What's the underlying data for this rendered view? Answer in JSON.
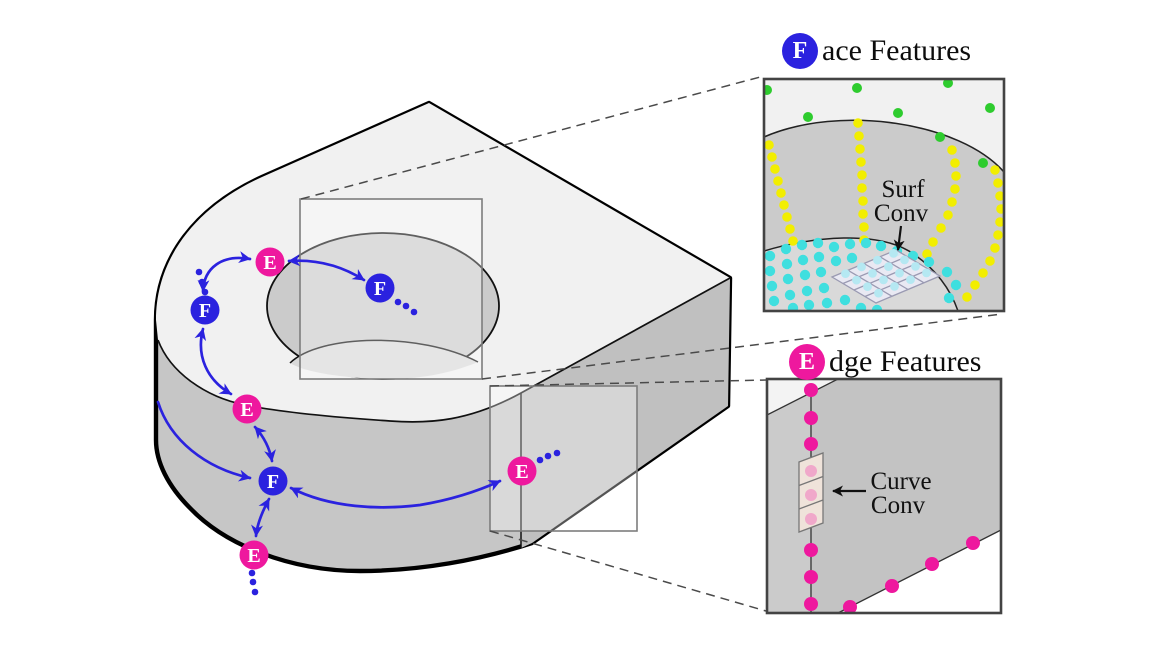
{
  "figure": {
    "callouts": {
      "face": {
        "badge_letter": "F",
        "title_rest": "ace Features",
        "annotation": {
          "line1": "Surf",
          "line2": "Conv"
        }
      },
      "edge": {
        "badge_letter": "E",
        "title_rest": "dge Features",
        "annotation": {
          "line1": "Curve",
          "line2": "Conv"
        }
      }
    },
    "graph_nodes": [
      {
        "id": "E1",
        "label": "E",
        "type": "edge"
      },
      {
        "id": "F1",
        "label": "F",
        "type": "face"
      },
      {
        "id": "F2",
        "label": "F",
        "type": "face"
      },
      {
        "id": "E2",
        "label": "E",
        "type": "edge"
      },
      {
        "id": "F3",
        "label": "F",
        "type": "face"
      },
      {
        "id": "E3",
        "label": "E",
        "type": "edge"
      },
      {
        "id": "E4",
        "label": "E",
        "type": "edge"
      }
    ],
    "colors": {
      "face_node_blue": "#2b22df",
      "edge_node_magenta": "#ee189e",
      "arrow_blue": "#2b22df",
      "green_dots": "#2ecc2e",
      "yellow_dots": "#f2ee00",
      "cyan_dots": "#3fdfdf",
      "grid_cell_dot": "#b5e8f2",
      "strip_dot": "#f0a8ca",
      "top_face_gray": "#f1f1f1",
      "side_face_gray": "#c6c6c6",
      "hole_wall_gray": "#cbcbcb",
      "hole_bottom_gray": "#d9d9d9"
    }
  }
}
